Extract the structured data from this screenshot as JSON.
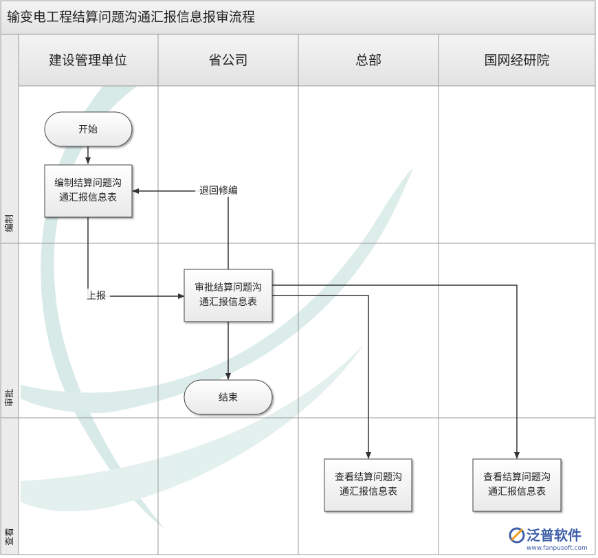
{
  "title": "输变电工程结算问题沟通汇报信息报审流程",
  "lanes": [
    "建设管理单位",
    "省公司",
    "总部",
    "国网经研院"
  ],
  "rows": [
    "编制",
    "审批",
    "查看"
  ],
  "nodes": {
    "start": "开始",
    "draft_l1": "编制结算问题沟",
    "draft_l2": "通汇报信息表",
    "approve_l1": "审批结算问题沟",
    "approve_l2": "通汇报信息表",
    "end": "结束",
    "view_hq_l1": "查看结算问题沟",
    "view_hq_l2": "通汇报信息表",
    "view_inst_l1": "查看结算问题沟",
    "view_inst_l2": "通汇报信息表"
  },
  "edges": {
    "report": "上报",
    "return": "退回修编"
  },
  "logo": {
    "name": "泛普软件",
    "url": "www.fanpusoft.com"
  },
  "colors": {
    "header_bg": "#ececec",
    "grid_line": "#9a9a9a",
    "watermark": "#cfe3e0",
    "arrow": "#333333",
    "logo": "#3f5fa8"
  }
}
